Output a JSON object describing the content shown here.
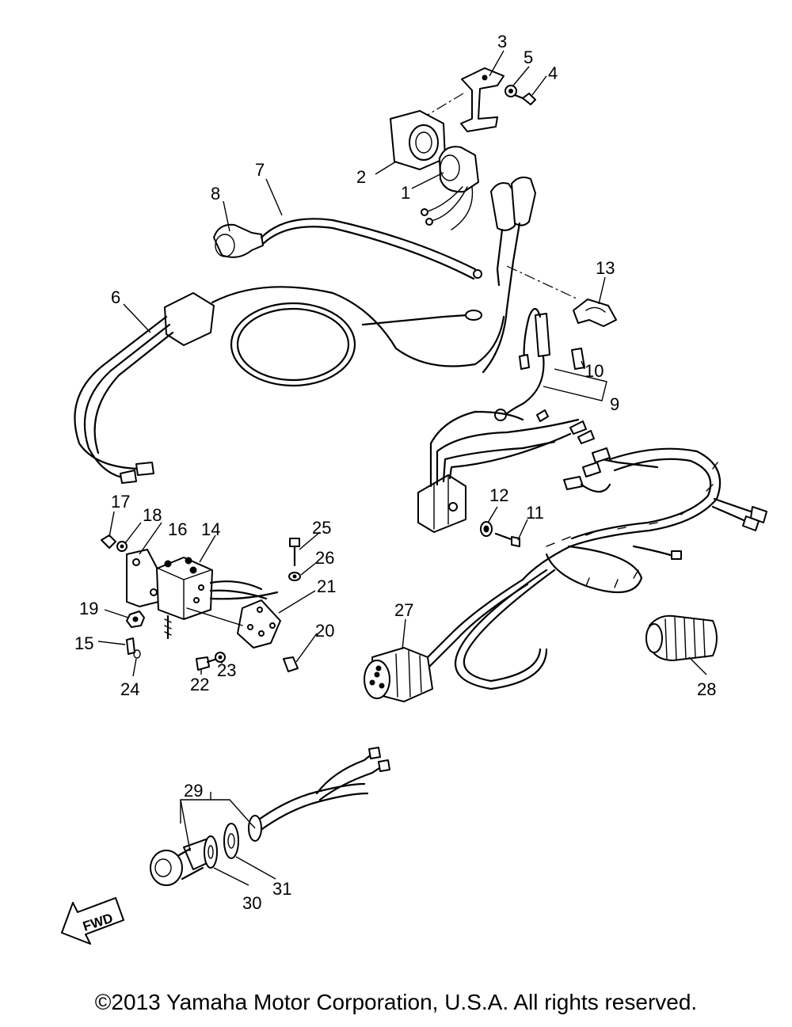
{
  "callouts": [
    {
      "id": "1",
      "text": "1"
    },
    {
      "id": "2",
      "text": "2"
    },
    {
      "id": "3",
      "text": "3"
    },
    {
      "id": "4",
      "text": "4"
    },
    {
      "id": "5",
      "text": "5"
    },
    {
      "id": "6",
      "text": "6"
    },
    {
      "id": "7",
      "text": "7"
    },
    {
      "id": "8",
      "text": "8"
    },
    {
      "id": "9",
      "text": "9"
    },
    {
      "id": "10",
      "text": "10"
    },
    {
      "id": "11",
      "text": "11"
    },
    {
      "id": "12",
      "text": "12"
    },
    {
      "id": "13",
      "text": "13"
    },
    {
      "id": "14",
      "text": "14"
    },
    {
      "id": "15",
      "text": "15"
    },
    {
      "id": "16",
      "text": "16"
    },
    {
      "id": "17",
      "text": "17"
    },
    {
      "id": "18",
      "text": "18"
    },
    {
      "id": "19",
      "text": "19"
    },
    {
      "id": "20",
      "text": "20"
    },
    {
      "id": "21",
      "text": "21"
    },
    {
      "id": "22",
      "text": "22"
    },
    {
      "id": "23",
      "text": "23"
    },
    {
      "id": "24",
      "text": "24"
    },
    {
      "id": "25",
      "text": "25"
    },
    {
      "id": "26",
      "text": "26"
    },
    {
      "id": "27",
      "text": "27"
    },
    {
      "id": "28",
      "text": "28"
    },
    {
      "id": "29",
      "text": "29"
    },
    {
      "id": "30",
      "text": "30"
    },
    {
      "id": "31",
      "text": "31"
    }
  ],
  "fwd_arrow": {
    "label": "FWD"
  },
  "copyright": "©2013 Yamaha Motor Corporation, U.S.A. All rights reserved."
}
